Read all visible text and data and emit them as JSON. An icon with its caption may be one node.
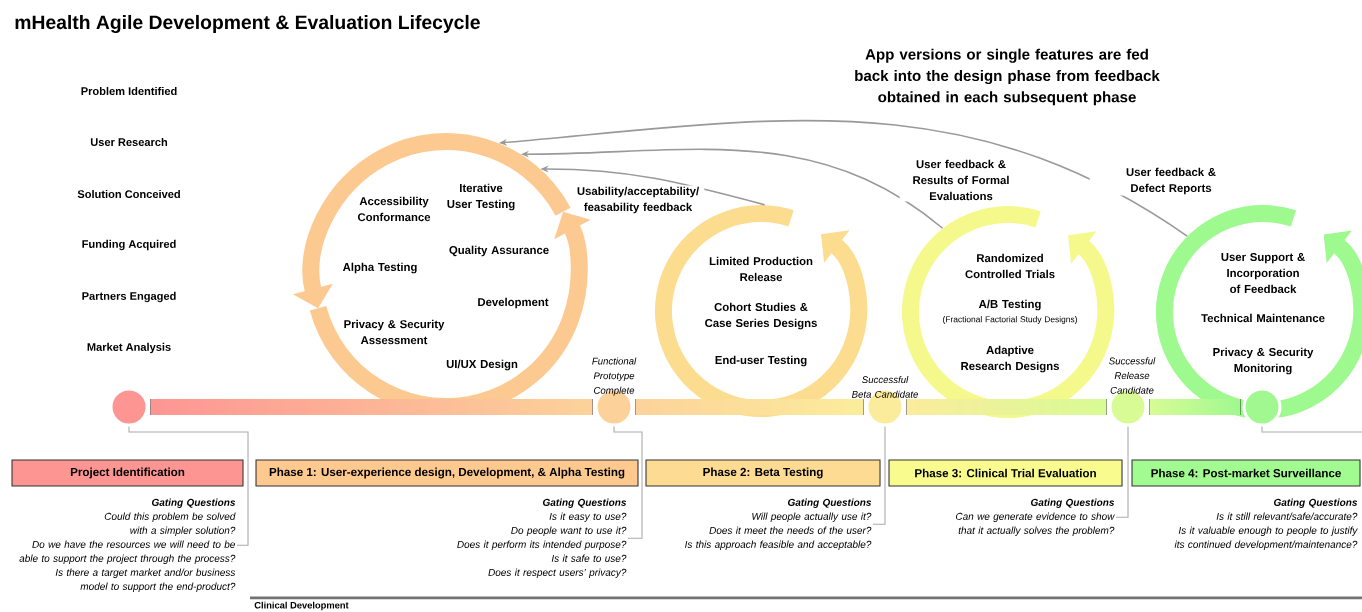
{
  "diagram": {
    "title": "mHealth Agile Development & Evaluation Lifecycle",
    "nodes": [
      {
        "text": [
          "Project Identification"
        ],
        "beside": [
          "Gating Questions",
          "Could this problem be solved with a simpler solution?",
          "Do we have the resources we will need to be able to support the project through the process?",
          "Is there a target market and/or business model to support the end-product?"
        ]
      },
      {
        "text": [
          "Phase 1: User-experience design, Development, & Alpha Testing"
        ],
        "beside": [
          "Gating Questions",
          "Is it easy to use?",
          "Do people want to use it?",
          "Does it perform its intended purpose?",
          "Is it safe to use?",
          "Does it respect users’ privacy?"
        ]
      },
      {
        "text": [
          "Phase 2: Beta Testing"
        ],
        "beside": [
          "Gating Questions",
          "Will people actually use it?",
          "Does it meet the needs of the user?",
          "Is this approach feasible and acceptable?"
        ]
      },
      {
        "text": [
          "Phase 3: Clinical Trial Evaluation"
        ],
        "beside": [
          "Gating Questions",
          "Can we generate evidence to show that it actually solves the problem?"
        ]
      },
      {
        "text": [
          "Phase 4: Post-market Surveillance"
        ],
        "beside": [
          "Gating Questions",
          "Is it still relevant/safe/accurate?",
          "Is it valuable enough to people to justify its continued development/maintenance?"
        ]
      },
      {
        "text": [],
        "shape": "circle"
      },
      {
        "text": [],
        "shape": "circle",
        "beside": [
          "Functional Prototype Complete"
        ]
      },
      {
        "text": [],
        "shape": "circle",
        "beside": [
          "Successful Beta Candidate"
        ]
      },
      {
        "text": [],
        "shape": "circle",
        "beside": [
          "Successful Release Candidate"
        ]
      },
      {
        "text": [],
        "shape": "circle"
      },
      {
        "text": [
          "Accessibility Conformance",
          "Iterative User Testing",
          "Alpha Testing",
          "Quality Assurance",
          "Development",
          "Privacy & Security Assessment",
          "UI/UX Design"
        ]
      },
      {
        "text": [
          "Limited Production Release",
          "Cohort Studies & Case Series Designs",
          "End-user Testing"
        ]
      },
      {
        "text": [
          "Randomized Controlled Trials",
          "A/B Testing",
          "(Fractional Factorial Study Designs)",
          "Adaptive Research Designs"
        ]
      },
      {
        "text": [
          "User Support & Incorporation of Feedback",
          "Technical Maintenance",
          "Privacy & Security Monitoring"
        ]
      }
    ],
    "edges": [
      {
        "from": 5,
        "to": 6,
        "arrow": "none",
        "style": "thick"
      },
      {
        "from": 6,
        "to": 7,
        "arrow": "none",
        "style": "thick"
      },
      {
        "from": 7,
        "to": 8,
        "arrow": "none",
        "style": "thick"
      },
      {
        "from": 8,
        "to": 9,
        "arrow": "none",
        "style": "thick"
      },
      {
        "from": 5,
        "to": 0,
        "arrow": "none"
      },
      {
        "from": 6,
        "to": 1,
        "arrow": "none"
      },
      {
        "from": 7,
        "to": 2,
        "arrow": "none"
      },
      {
        "from": 8,
        "to": 3,
        "arrow": "none"
      },
      {
        "from": 9,
        "to": null,
        "arrow": "none"
      },
      {
        "from": 11,
        "to": 10,
        "arrow": "to",
        "label": "Usability/acceptability/ feasability feedback"
      },
      {
        "from": 12,
        "to": 10,
        "arrow": "to",
        "label": "User feedback & Results of Formal Evaluations"
      },
      {
        "from": 13,
        "to": 10,
        "arrow": "to",
        "label": "User feedback & Defect Reports"
      }
    ],
    "labels": [
      "Problem Identified",
      "User Research",
      "Solution Conceived",
      "Funding Acquired",
      "Partners Engaged",
      "Market Analysis",
      "App versions or single features are fed back into the design phase from feedback obtained in each subsequent phase",
      "Clinical Development"
    ]
  }
}
